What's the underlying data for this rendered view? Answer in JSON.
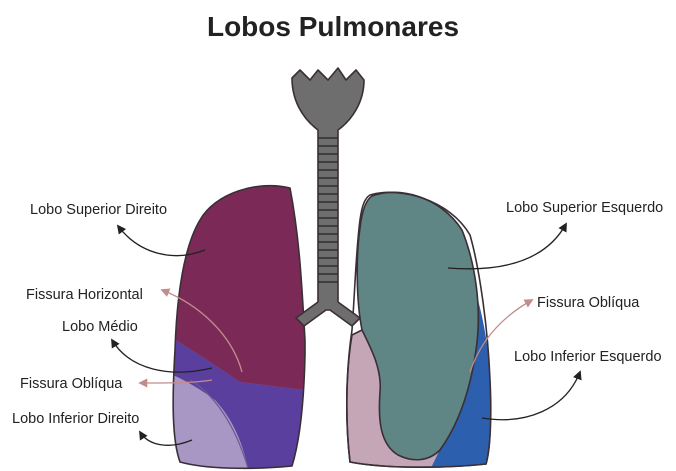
{
  "title": "Lobos Pulmonares",
  "labels": {
    "lobo_superior_direito": "Lobo Superior Direito",
    "fissura_horizontal": "Fissura Horizontal",
    "lobo_medio": "Lobo Médio",
    "fissura_obliqua_direita": "Fissura Oblíqua",
    "lobo_inferior_direito": "Lobo Inferior Direito",
    "lobo_superior_esquerdo": "Lobo Superior Esquerdo",
    "fissura_obliqua_esquerda": "Fissura Oblíqua",
    "lobo_inferior_esquerdo": "Lobo Inferior Esquerdo"
  },
  "colors": {
    "lobo_superior_direito": "#7b2a58",
    "lobo_medio": "#5a3f9e",
    "lobo_inferior_direito": "#a896c4",
    "lobo_superior_esquerdo": "#5f8585",
    "lobo_inferior_esquerdo": "#2c5fae",
    "pleura_esquerda": "#c4a6b6",
    "traqueia": "#6e6e6e",
    "seta_fissura": "#c28c8c",
    "seta_lobo": "#222222"
  }
}
